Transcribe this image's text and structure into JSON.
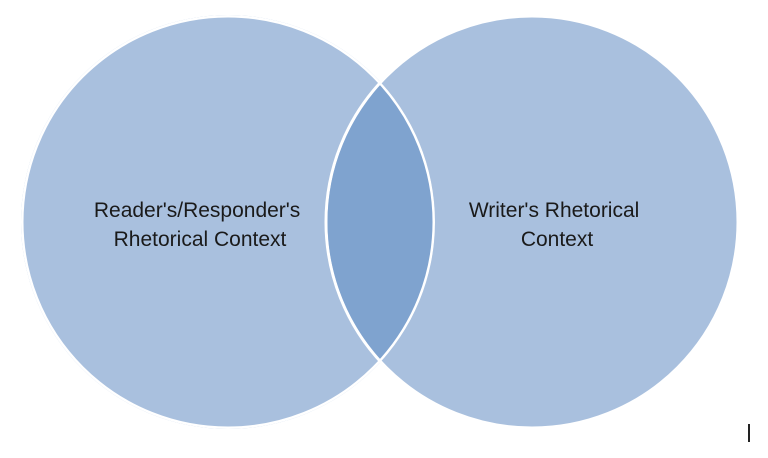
{
  "diagram": {
    "type": "venn",
    "left_circle": {
      "lines": [
        "Reader's/Responder's",
        "Rhetorical Context"
      ],
      "fill": "#a9c0de"
    },
    "right_circle": {
      "lines": [
        "Writer's Rhetorical",
        "Context"
      ],
      "fill": "#a9c0de"
    },
    "overlap": {
      "fill": "#7fa3cf"
    },
    "outline_color": "#ffffff"
  }
}
